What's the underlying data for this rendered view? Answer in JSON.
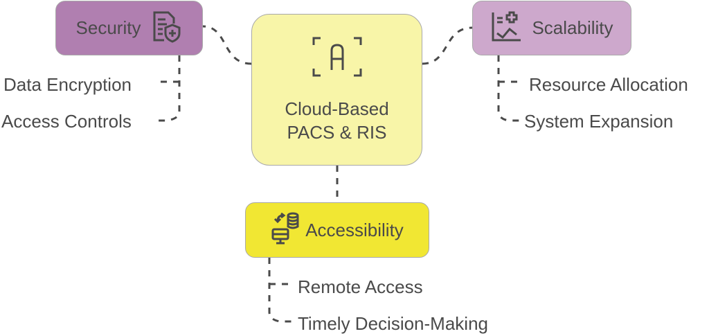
{
  "diagram": {
    "center": {
      "title_line1": "Cloud-Based",
      "title_line2": "PACS & RIS",
      "icon": "ai-scan-icon",
      "color": "#f8f5a8"
    },
    "branches": [
      {
        "id": "security",
        "label": "Security",
        "icon": "secure-document-icon",
        "color": "#b07fb0",
        "children": [
          "Data Encryption",
          "Access Controls"
        ]
      },
      {
        "id": "scalability",
        "label": "Scalability",
        "icon": "growth-chart-icon",
        "color": "#cda8cc",
        "children": [
          "Resource Allocation",
          "System Expansion"
        ]
      },
      {
        "id": "accessibility",
        "label": "Accessibility",
        "icon": "remote-database-icon",
        "color": "#f1e733",
        "children": [
          "Remote Access",
          "Timely Decision-Making"
        ]
      }
    ]
  }
}
